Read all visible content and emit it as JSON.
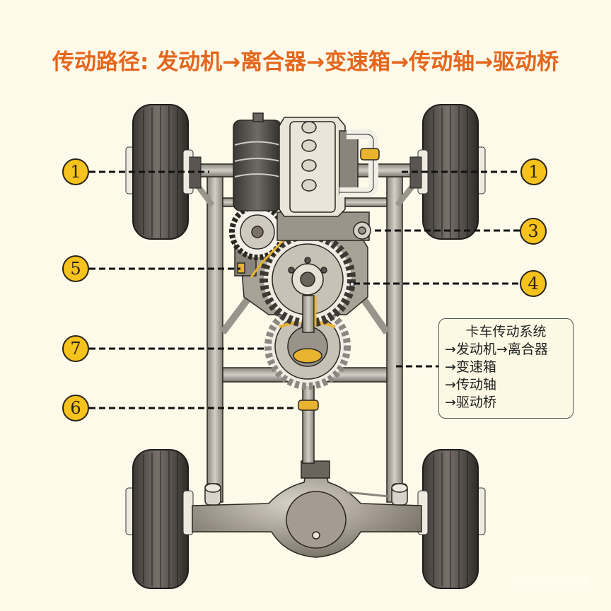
{
  "title": "传动路径: 发动机→离合器→变速箱→传动轴→驱动桥",
  "colors": {
    "background": "#fdfaea",
    "title": "#e4661c",
    "callout_fill": "#f6c21c",
    "accent_yellow": "#e8b430",
    "frame_gray": "#9a958c",
    "tire_dark": "#4a4540"
  },
  "callouts": [
    {
      "number": "1",
      "side": "left",
      "target": "front-axle-wheel-hub"
    },
    {
      "number": "1",
      "side": "right",
      "target": "front-axle-wheel-hub"
    },
    {
      "number": "3",
      "side": "right",
      "target": "engine-idler-pulley"
    },
    {
      "number": "4",
      "side": "right",
      "target": "transmission-housing"
    },
    {
      "number": "5",
      "side": "left",
      "target": "clutch"
    },
    {
      "number": "7",
      "side": "left",
      "target": "output-gear"
    },
    {
      "number": "6",
      "side": "left",
      "target": "drive-shaft-joint"
    }
  ],
  "legend": {
    "title": "卡车传动系统",
    "lines": [
      "→发动机→离合器",
      "→变速箱",
      "→传动轴",
      "→驱动桥"
    ]
  }
}
